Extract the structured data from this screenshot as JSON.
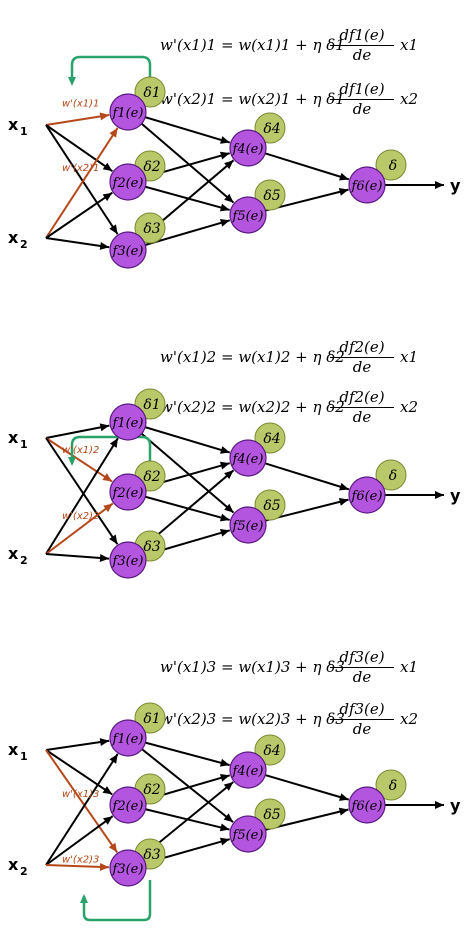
{
  "colors": {
    "neuron_fill": "#b455e0",
    "neuron_stroke": "#5a1a80",
    "delta_fill": "#b9c96a",
    "delta_stroke": "#7a8a30",
    "arrow_black": "#000000",
    "arrow_brown": "#b5481a",
    "arrow_green": "#2aa36a",
    "label_brown": "#b5481a"
  },
  "labels": {
    "x1": "x",
    "x1_sub": "1",
    "x2": "x",
    "x2_sub": "2",
    "y": "y",
    "neurons": [
      "f1(e)",
      "f2(e)",
      "f3(e)",
      "f4(e)",
      "f5(e)",
      "f6(e)"
    ],
    "deltas": [
      "δ1",
      "δ2",
      "δ3",
      "δ4",
      "δ5",
      "δ"
    ]
  },
  "sections": [
    {
      "active_neuron": "f1(e)",
      "weight_labels": [
        "w'(x1)1",
        "w'(x2)1"
      ],
      "equations": [
        {
          "lhs": "w'(x1)1 = w(x1)1 + η δ1",
          "num": "df1(e)",
          "den": "de",
          "tail": "x1"
        },
        {
          "lhs": "w'(x2)1 = w(x2)1 + η δ1",
          "num": "df1(e)",
          "den": "de",
          "tail": "x2"
        }
      ]
    },
    {
      "active_neuron": "f2(e)",
      "weight_labels": [
        "w'(x1)2",
        "w'(x2)2"
      ],
      "equations": [
        {
          "lhs": "w'(x1)2 = w(x1)2 + η δ2",
          "num": "df2(e)",
          "den": "de",
          "tail": "x1"
        },
        {
          "lhs": "w'(x2)2 = w(x2)2 + η δ2",
          "num": "df2(e)",
          "den": "de",
          "tail": "x2"
        }
      ]
    },
    {
      "active_neuron": "f3(e)",
      "weight_labels": [
        "w'(x1)3",
        "w'(x2)3"
      ],
      "equations": [
        {
          "lhs": "w'(x1)3 = w(x1)3 + η δ3",
          "num": "df3(e)",
          "den": "de",
          "tail": "x1"
        },
        {
          "lhs": "w'(x2)3 = w(x2)3 + η δ3",
          "num": "df3(e)",
          "den": "de",
          "tail": "x2"
        }
      ]
    }
  ]
}
